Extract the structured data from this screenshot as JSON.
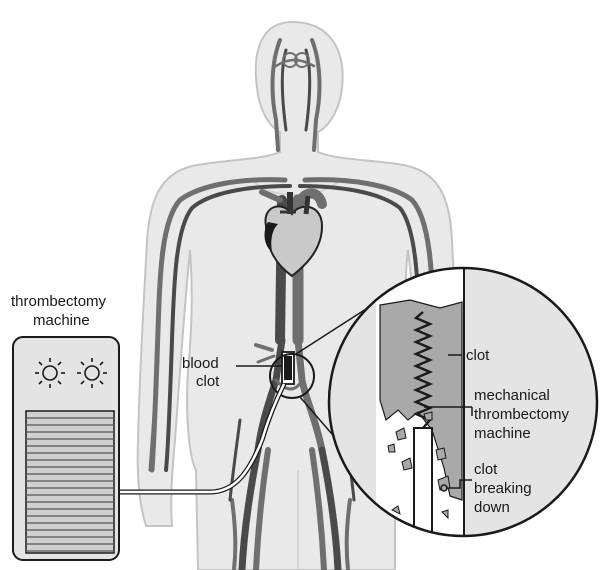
{
  "labels": {
    "machine_line1": "thrombectomy",
    "machine_line2": "machine",
    "blood_clot_line1": "blood",
    "blood_clot_line2": "clot",
    "clot": "clot",
    "mech_line1": "mechanical",
    "mech_line2": "thrombectomy",
    "mech_line3": "machine",
    "breaking_line1": "clot",
    "breaking_line2": "breaking",
    "breaking_line3": "down"
  },
  "colors": {
    "body_fill": "#e9e9e9",
    "body_outline": "#c4c4c4",
    "artery": "#6f6f6f",
    "vein": "#4a4a4a",
    "heart": "#c9c9c9",
    "clot": "#a9a9a9",
    "panel": "#e4e4e4",
    "ink": "#1a1a1a"
  }
}
